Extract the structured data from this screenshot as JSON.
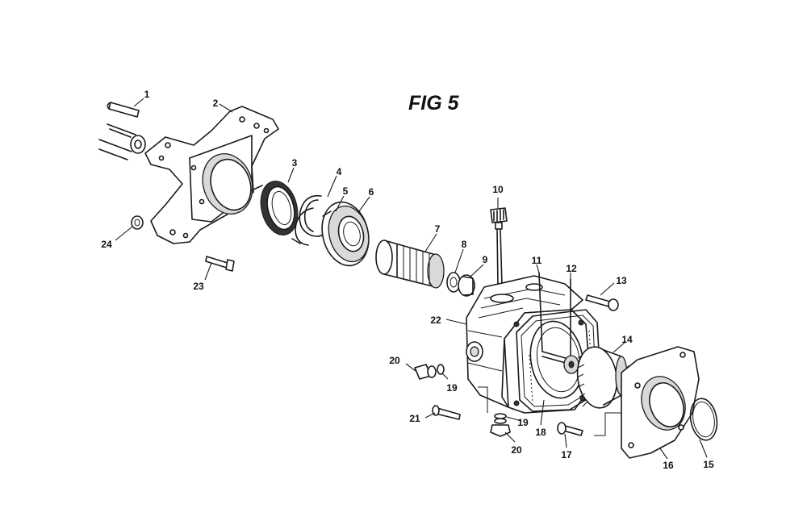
{
  "figure": {
    "title": "FIG 5"
  },
  "callouts": [
    "1",
    "2",
    "3",
    "4",
    "5",
    "6",
    "7",
    "8",
    "9",
    "10",
    "11",
    "12",
    "13",
    "14",
    "15",
    "16",
    "17",
    "18",
    "19",
    "20",
    "21",
    "22",
    "23",
    "24"
  ],
  "callouts_extra": [
    "19",
    "20"
  ]
}
